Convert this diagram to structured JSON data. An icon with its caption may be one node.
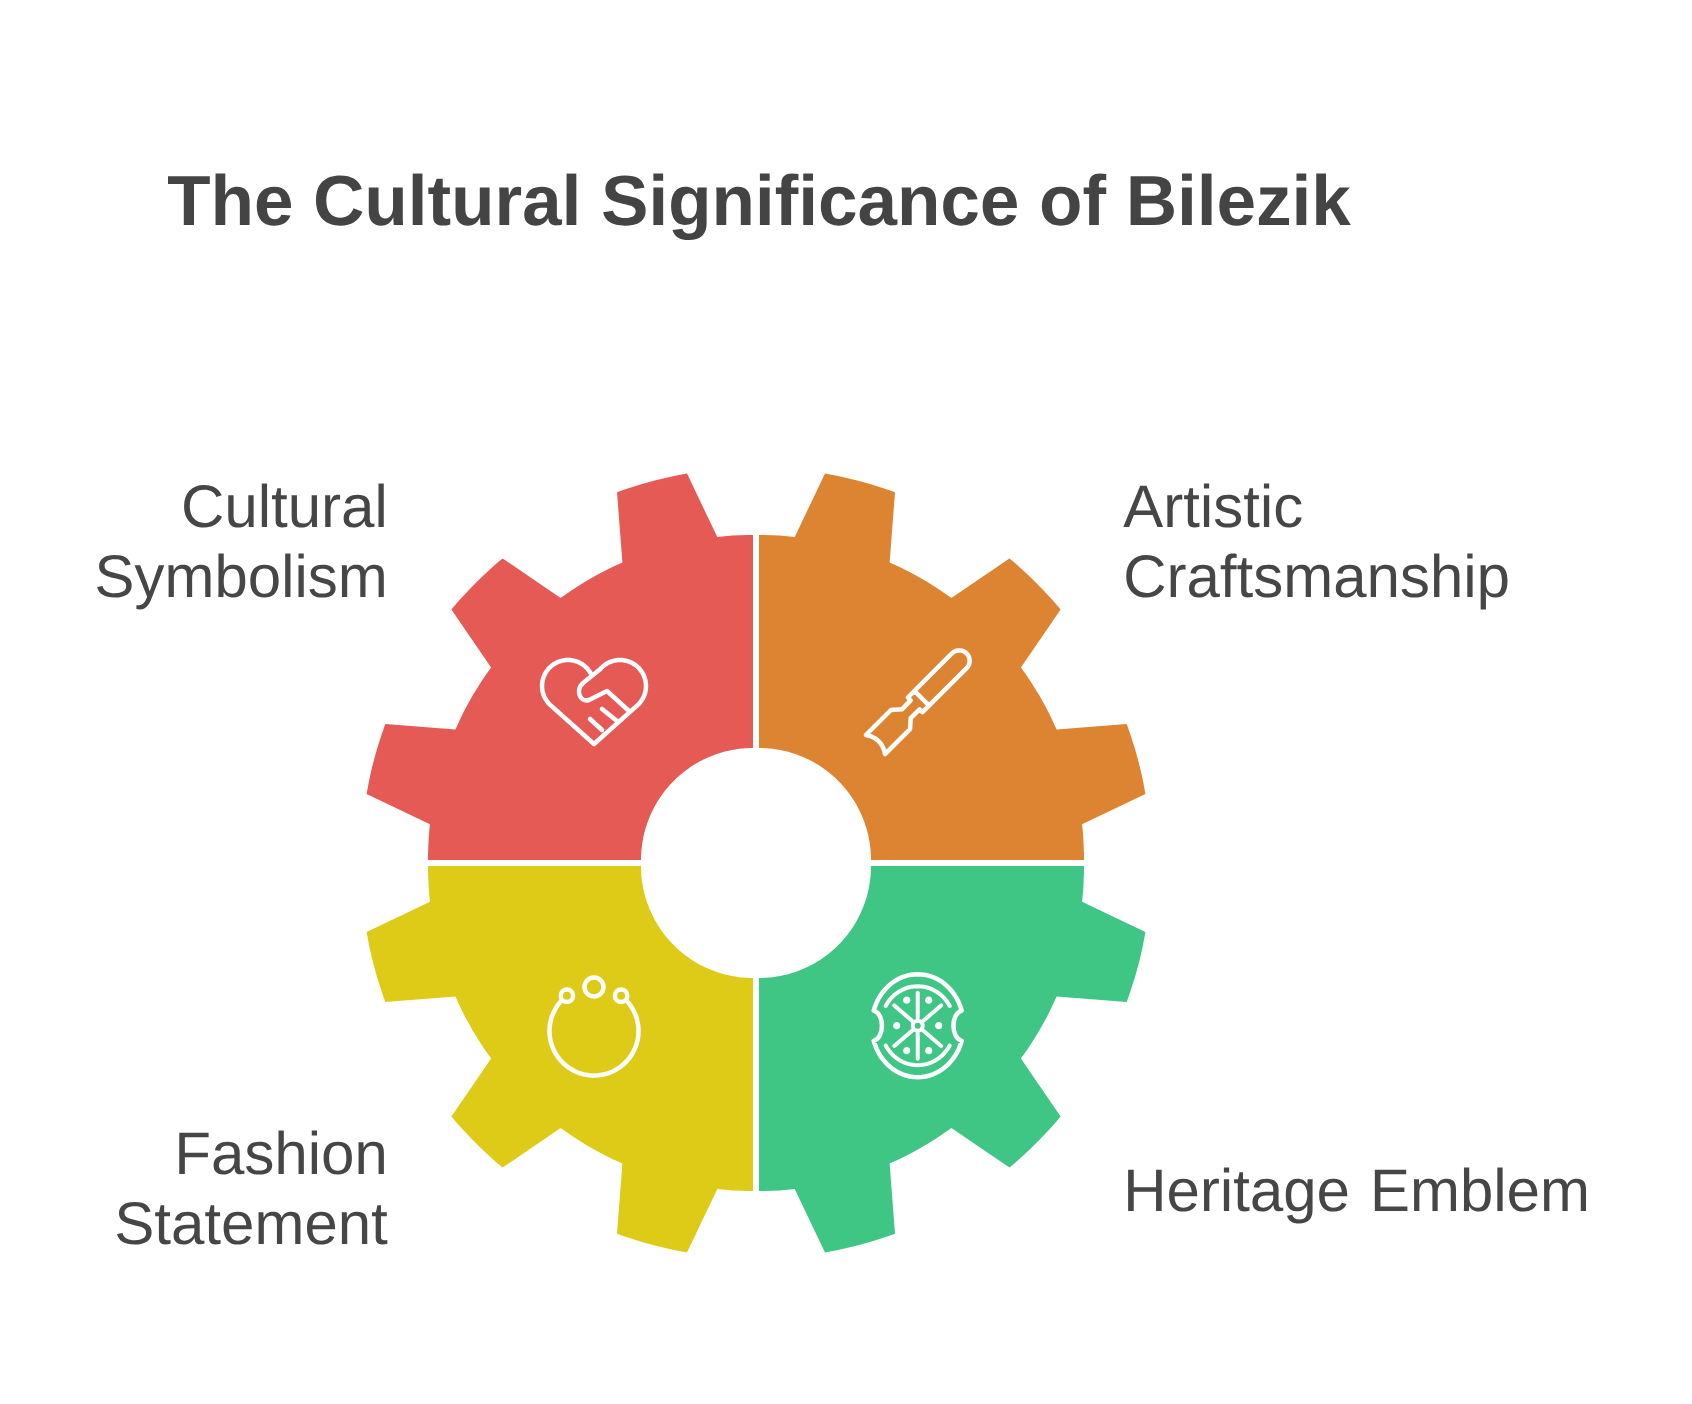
{
  "diagram": {
    "title": "The Cultural Significance of Bilezik",
    "nodes": [
      {
        "text": [
          "Cultural Symbolism"
        ]
      },
      {
        "text": [
          "Artistic Craftsmanship"
        ]
      },
      {
        "text": [
          "Fashion Statement"
        ]
      },
      {
        "text": [
          "Heritage Emblem"
        ]
      }
    ]
  }
}
